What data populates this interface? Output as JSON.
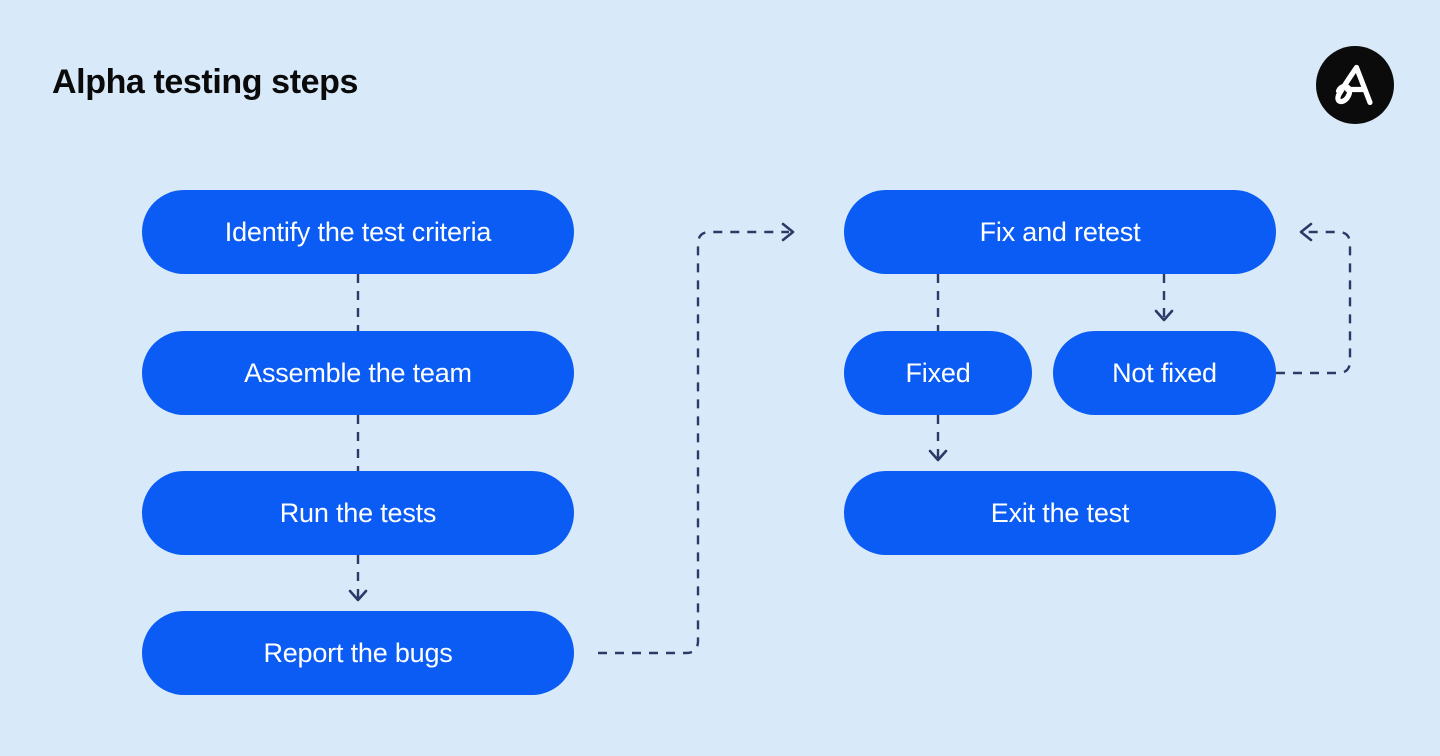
{
  "page": {
    "title": "Alpha testing steps",
    "background_color": "#d8eaf9",
    "node_color": "#0b5cf5",
    "node_text_color": "#ffffff",
    "title_color": "#0a0a0a",
    "connector_color": "#2b3a67"
  },
  "logo": {
    "name": "brand-logo",
    "icon": "letter-a-circle-icon",
    "circle_color": "#0b0b0b",
    "glyph_color": "#ffffff"
  },
  "flow": {
    "left_column": [
      {
        "id": "identify",
        "label": "Identify the test criteria"
      },
      {
        "id": "assemble",
        "label": "Assemble the team"
      },
      {
        "id": "run",
        "label": "Run the tests"
      },
      {
        "id": "report",
        "label": "Report the bugs"
      }
    ],
    "right_column": [
      {
        "id": "fix",
        "label": "Fix and retest"
      },
      {
        "id": "fixed",
        "label": "Fixed"
      },
      {
        "id": "notfixed",
        "label": "Not fixed"
      },
      {
        "id": "exit",
        "label": "Exit the test"
      }
    ],
    "connectors": [
      {
        "id": "identify-to-assemble",
        "from": "identify",
        "to": "assemble",
        "style": "dashed",
        "arrow": false
      },
      {
        "id": "assemble-to-run",
        "from": "assemble",
        "to": "run",
        "style": "dashed",
        "arrow": false
      },
      {
        "id": "run-to-report",
        "from": "run",
        "to": "report",
        "style": "dashed",
        "arrow": true
      },
      {
        "id": "report-to-fix",
        "from": "report",
        "to": "fix",
        "style": "dashed",
        "arrow": true
      },
      {
        "id": "fix-to-fixed",
        "from": "fix",
        "to": "fixed",
        "style": "dashed",
        "arrow": false
      },
      {
        "id": "fix-to-notfixed",
        "from": "fix",
        "to": "notfixed",
        "style": "dashed",
        "arrow": true
      },
      {
        "id": "fixed-to-exit",
        "from": "fixed",
        "to": "exit",
        "style": "dashed",
        "arrow": true
      },
      {
        "id": "notfixed-to-fix",
        "from": "notfixed",
        "to": "fix",
        "style": "dashed",
        "arrow": true
      }
    ]
  },
  "chart_data": {
    "type": "diagram",
    "title": "Alpha testing steps",
    "nodes": [
      {
        "id": "identify",
        "label": "Identify the test criteria",
        "column": "left",
        "order": 1
      },
      {
        "id": "assemble",
        "label": "Assemble the team",
        "column": "left",
        "order": 2
      },
      {
        "id": "run",
        "label": "Run the tests",
        "column": "left",
        "order": 3
      },
      {
        "id": "report",
        "label": "Report the bugs",
        "column": "left",
        "order": 4
      },
      {
        "id": "fix",
        "label": "Fix and retest",
        "column": "right",
        "order": 5
      },
      {
        "id": "fixed",
        "label": "Fixed",
        "column": "right",
        "order": 6
      },
      {
        "id": "notfixed",
        "label": "Not fixed",
        "column": "right",
        "order": 6
      },
      {
        "id": "exit",
        "label": "Exit the test",
        "column": "right",
        "order": 7
      }
    ],
    "edges": [
      [
        "identify",
        "assemble"
      ],
      [
        "assemble",
        "run"
      ],
      [
        "run",
        "report"
      ],
      [
        "report",
        "fix"
      ],
      [
        "fix",
        "fixed"
      ],
      [
        "fix",
        "notfixed"
      ],
      [
        "fixed",
        "exit"
      ],
      [
        "notfixed",
        "fix"
      ]
    ]
  }
}
